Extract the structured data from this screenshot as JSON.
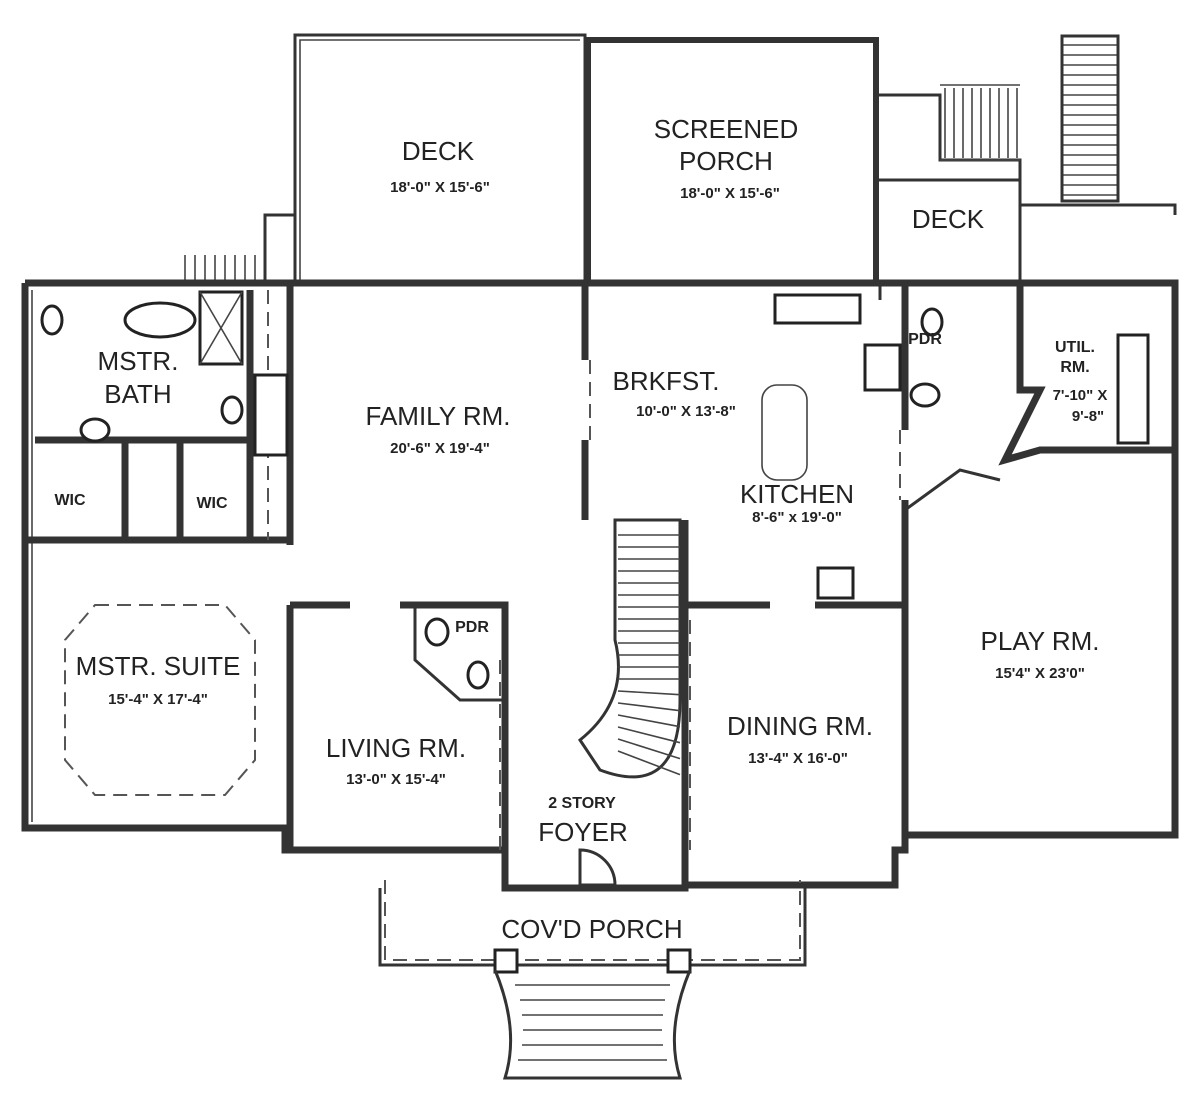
{
  "rooms": {
    "deck_rear": {
      "name": "DECK",
      "dims": "18'-0\" X 15'-6\""
    },
    "screened_porch": {
      "name_line1": "SCREENED",
      "name_line2": "PORCH",
      "dims": "18'-0\" X 15'-6\""
    },
    "deck_side": {
      "name": "DECK"
    },
    "master_bath": {
      "name_line1": "MSTR.",
      "name_line2": "BATH"
    },
    "wic_left": {
      "name": "WIC"
    },
    "wic_right": {
      "name": "WIC"
    },
    "family_room": {
      "name": "FAMILY RM.",
      "dims": "20'-6\" X 19'-4\""
    },
    "breakfast": {
      "name": "BRKFST.",
      "dims": "10'-0\" X 13'-8\""
    },
    "kitchen": {
      "name": "KITCHEN",
      "dims": "8'-6\" x 19'-0\""
    },
    "powder_upper": {
      "name": "PDR"
    },
    "utility_room": {
      "name_line1": "UTIL.",
      "name_line2": "RM.",
      "dims_line1": "7'-10\" X",
      "dims_line2": "9'-8\""
    },
    "master_suite": {
      "name": "MSTR. SUITE",
      "dims": "15'-4\" X 17'-4\""
    },
    "powder_lower": {
      "name": "PDR"
    },
    "living_room": {
      "name": "LIVING RM.",
      "dims": "13'-0\" X 15'-4\""
    },
    "foyer": {
      "name_line1": "2 STORY",
      "name_line2": "FOYER"
    },
    "dining_room": {
      "name": "DINING RM.",
      "dims": "13'-4\" X 16'-0\""
    },
    "play_room": {
      "name": "PLAY RM.",
      "dims": "15'4\" X 23'0\""
    },
    "covered_porch": {
      "name": "COV'D PORCH"
    }
  }
}
